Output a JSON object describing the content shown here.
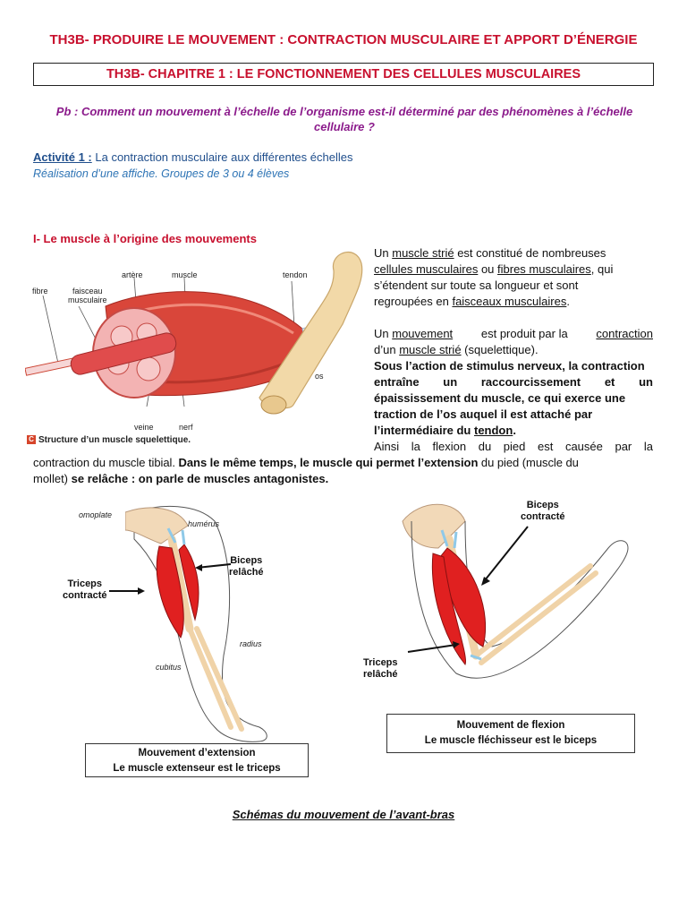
{
  "header": {
    "main_title": "TH3B- PRODUIRE LE MOUVEMENT : CONTRACTION MUSCULAIRE ET APPORT D’ÉNERGIE",
    "chapter_title": "TH3B- CHAPITRE 1 : LE FONCTIONNEMENT DES CELLULES MUSCULAIRES",
    "problem_line1": "Pb : Comment un mouvement à l’échelle de l’organisme est-il déterminé par des phénomènes à l’échelle",
    "problem_line2": "cellulaire ?"
  },
  "activity": {
    "label": "Activité 1 :",
    "title": "La contraction musculaire aux différentes échelles",
    "subtitle": "Réalisation d’une affiche. Groupes de 3 ou 4 élèves"
  },
  "section": {
    "title": "I- Le muscle à l’origine des mouvements"
  },
  "figure_muscle": {
    "labels": {
      "fibre": "fibre",
      "faisceau1": "faisceau",
      "faisceau2": "musculaire",
      "artere": "artère",
      "muscle": "muscle",
      "tendon": "tendon",
      "os": "os",
      "veine": "veine",
      "nerf": "nerf"
    },
    "caption_badge": "C",
    "caption": "Structure d’un muscle squelettique."
  },
  "para1": {
    "t1": "Un ",
    "t2": "muscle strié",
    "t3": " est constitué de nombreuses",
    "t4": "cellules musculaires",
    "t5": " ou ",
    "t6": "fibres musculaires",
    "t7": ", qui",
    "t8": "s’étendent sur toute sa longueur et sont",
    "t9": "regroupées en ",
    "t10": "faisceaux musculaires",
    "t11": "."
  },
  "para2": {
    "l1a": "Un ",
    "l1b": "mouvement",
    "l1c": " est produit par la ",
    "l1d": "contraction",
    "l2a": "d’un ",
    "l2b": "muscle strié",
    "l2c": " (squelettique).",
    "l3": "Sous l’action de stimulus nerveux, la contraction",
    "l4": "entraîne un raccourcissement et un",
    "l5": "épaississement du muscle, ce qui exerce une",
    "l6": "traction de l’os auquel il est attaché par",
    "l7a": "l’intermédiaire du ",
    "l7b": "tendon",
    "l7c": ".",
    "l8": "Ainsi la flexion du pied est causée par la",
    "l9a": "contraction du muscle tibial. ",
    "l9b": "Dans le même temps, le muscle qui permet l’extension",
    "l9c": " du pied (muscle du",
    "l10a": "mollet) ",
    "l10b": "se relâche : on parle de muscles antagonistes."
  },
  "figure_extension": {
    "omoplate": "omoplate",
    "humerus": "humérus",
    "biceps1": "Biceps",
    "biceps2": "relâché",
    "triceps1": "Triceps",
    "triceps2": "contracté",
    "radius": "radius",
    "cubitus": "cubitus",
    "box_line1": "Mouvement d’extension",
    "box_line2": "Le muscle extenseur est le triceps"
  },
  "figure_flexion": {
    "biceps1": "Biceps",
    "biceps2": "contracté",
    "triceps1": "Triceps",
    "triceps2": "relâché",
    "box_line1": "Mouvement de flexion",
    "box_line2": "Le muscle fléchisseur est le biceps"
  },
  "footer": {
    "title": "Schémas du mouvement de l’avant-bras"
  },
  "colors": {
    "title_red": "#c8102e",
    "problem_purple": "#8b1a8b",
    "activity_blue": "#1f4e8c",
    "muscle_red": "#e3342f"
  }
}
